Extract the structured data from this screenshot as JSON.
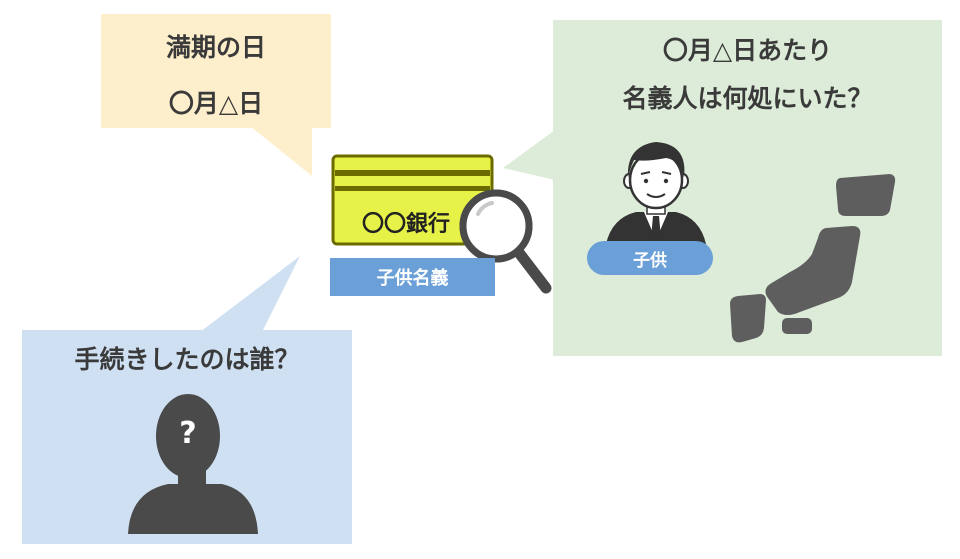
{
  "yellow_bubble": {
    "line1": "満期の日",
    "line2": "〇月△日"
  },
  "green_bubble": {
    "line1": "〇月△日あたり",
    "line2": "名義人は何処にいた？"
  },
  "blue_bubble": {
    "line1": "手続きしたのは誰？",
    "question_mark": "?"
  },
  "passbook": {
    "text": "〇〇銀行",
    "label": "子供名義"
  },
  "person_label": "子供",
  "colors": {
    "yellow_bubble": "#fdefcb",
    "green_bubble": "#dcecd8",
    "blue_bubble": "#cfe0f3",
    "label_blue": "#6a9fd8",
    "passbook_fill": "#e6f247",
    "passbook_border": "#6b6b00",
    "silhouette": "#4a4a4a",
    "map": "#5e5e5e"
  },
  "icons": [
    "passbook-icon",
    "magnifier-icon",
    "businessman-icon",
    "japan-map-icon",
    "unknown-person-icon"
  ]
}
